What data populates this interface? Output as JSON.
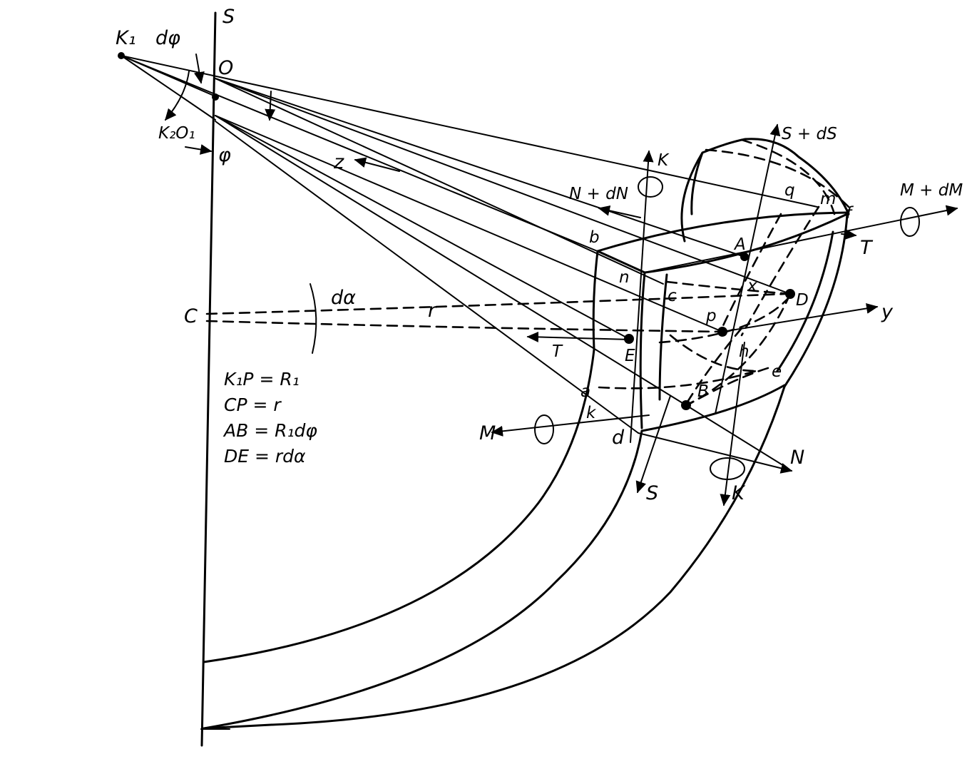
{
  "labels": {
    "S_top": "S",
    "K1": "K₁",
    "dphi": "dφ",
    "O": "O",
    "K2O1": "K₂O₁",
    "phi": "φ",
    "z": "z",
    "K_top": "K",
    "N_dN": "N + dN",
    "S_dS": "S + dS",
    "M_dM": "M + dM",
    "T_right": "T",
    "q": "q",
    "m": "m",
    "f": "f",
    "b": "b",
    "n": "n",
    "A": "A",
    "c": "c",
    "D": "D",
    "y": "y",
    "C": "C",
    "dalpha": "dα",
    "r": "r",
    "p": "p",
    "T_left": "T",
    "E": "E",
    "h": "h",
    "a": "a",
    "e": "e",
    "B": "B",
    "x": "x",
    "k": "k",
    "M_left": "M",
    "d": "d",
    "N_bottom": "N",
    "S_bottom": "S",
    "K_bottom": "K"
  },
  "equations": {
    "eq1": "K₁P = R₁",
    "eq2": "CP = r",
    "eq3": "AB = R₁dφ",
    "eq4": "DE = rdα"
  }
}
